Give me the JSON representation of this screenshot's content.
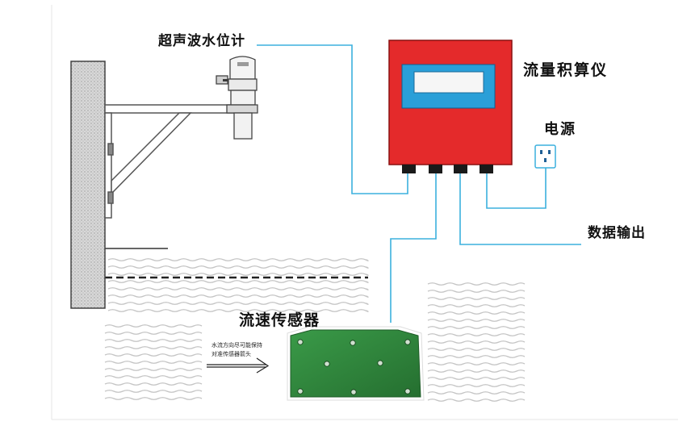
{
  "labels": {
    "ultrasonic_level_meter": "超声波水位计",
    "flow_totalizer": "流量积算仪",
    "power_supply": "电源",
    "data_output": "数据输出",
    "flow_velocity_sensor": "流速传感器",
    "flow_direction_note_line1": "水流方向尽可能保持",
    "flow_direction_note_line2": "对准传感器箭头"
  },
  "colors": {
    "cable": "#3bb0de",
    "totalizer_body": "#e42a2b",
    "display_frame": "#2a9fd8",
    "sensor_plate": "#2f8a3c",
    "wall_fill": "#d9d9d9"
  },
  "icons": [
    "wall-outlet-icon",
    "flow-direction-arrow-icon"
  ]
}
